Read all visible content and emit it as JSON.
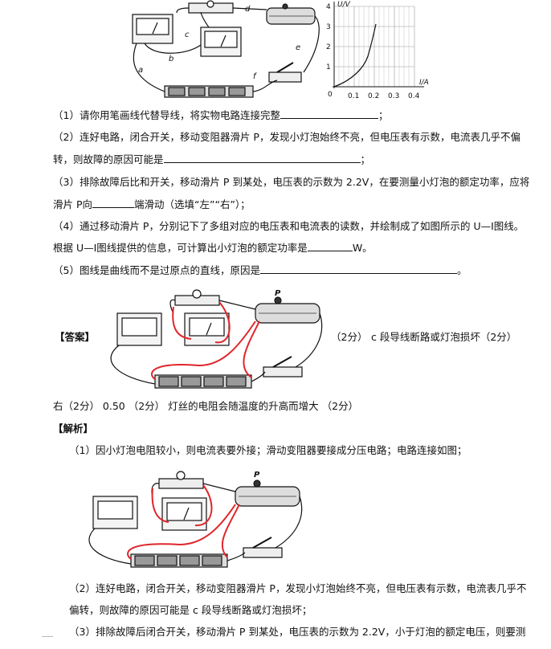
{
  "graph": {
    "y_axis_label": "U/V",
    "x_axis_label": "I/A",
    "y_ticks": [
      "4",
      "3",
      "2",
      "1"
    ],
    "x_ticks": [
      "0.1",
      "0.2",
      "0.3",
      "0.4"
    ],
    "origin_label": "0"
  },
  "circuit_labels": {
    "a": "a",
    "b": "b",
    "c": "c",
    "d": "d",
    "e": "e",
    "f": "f",
    "P": "P"
  },
  "questions": {
    "q1": "（1）请你用笔画线代替导线，将实物电路连接完整",
    "q1_end": "；",
    "q2_line1": "（2）连好电路，闭合开关，移动变阻器滑片 P，发现小灯泡始终不亮，但电压表有示数，电流表几乎不偏",
    "q2_line2": "转，则故障的原因可能是",
    "q2_end": "；",
    "q3_line1": "（3）排除故障后比和开关，移动滑片 P 到某处，电压表的示数为 2.2V，在要测量小灯泡的额定功率，应将",
    "q3_line2_a": "滑片 P向",
    "q3_line2_b": "端滑动（选填“左”“右”）；",
    "q4_line1": "（4）通过移动滑片 P，分别记下了多组对应的电压表和电流表的读数，并绘制成了如图所示的 U—I图线。",
    "q4_line2_a": "根据 U—I图线提供的信息，可计算出小灯泡的额定功率是",
    "q4_line2_b": "W。",
    "q5": "（5）图线是曲线而不是过原点的直线，原因是",
    "q5_end": "。"
  },
  "answer": {
    "label": "【答案】",
    "score1": "（2分）",
    "ans2": "c 段导线断路或灯泡损坏（2分）",
    "line2": "右（2分）     0.50 （2分）     灯丝的电阻会随温度的升高而增大   （2分）"
  },
  "analysis": {
    "label": "【解析】",
    "p1": "（1）因小灯泡电阻较小，则电流表要外接；滑动变阻器要接成分压电路；电路连接如图；",
    "p2_line1": "（2）连好电路，闭合开关，移动变阻器滑片 P，发现小灯泡始终不亮，但电压表有示数，电流表几乎不",
    "p2_line2": "偏转，则故障的原因可能是 c 段导线断路或灯泡损坏；",
    "p3": "（3）排除故障后闭合开关，移动滑片 P 到某处，电压表的示数为 2.2V，小于灯泡的额定电压，则要测"
  },
  "colors": {
    "red_wire": "#e0262b",
    "ink": "#111111"
  }
}
